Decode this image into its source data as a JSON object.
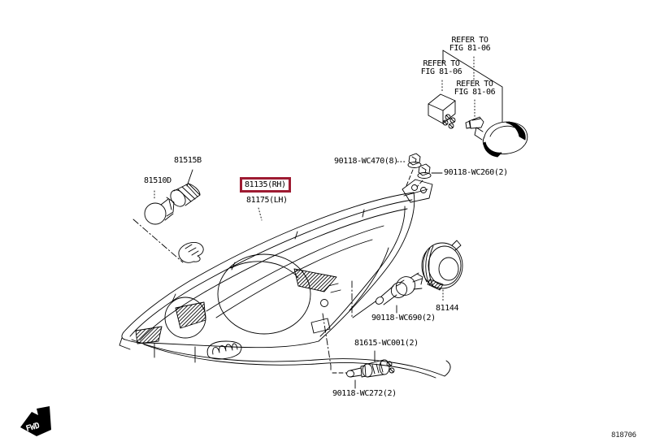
{
  "figure": {
    "title_code": "818706",
    "highlight_color": "#9e1b32",
    "fwd_label": "FWD",
    "refer_notes": [
      {
        "line1": "REFER TO",
        "line2": "FIG 81-06"
      },
      {
        "line1": "REFER TO",
        "line2": "FIG 81-06"
      },
      {
        "line1": "REFER TO",
        "line2": "FIG 81-06"
      }
    ],
    "callouts": {
      "bulb_socket": "81515B",
      "bulb": "81510D",
      "headlamp_rh": "81135(RH)",
      "headlamp_lh": "81175(LH)",
      "screw_a": "90118-WC470(8)",
      "screw_b": "90118-WC260(2)",
      "cap": "81144",
      "halogen_bulb": "90118-WC690(2)",
      "socket_lower": "81615-WC001(2)",
      "wedge_bulb": "90118-WC272(2)"
    }
  }
}
